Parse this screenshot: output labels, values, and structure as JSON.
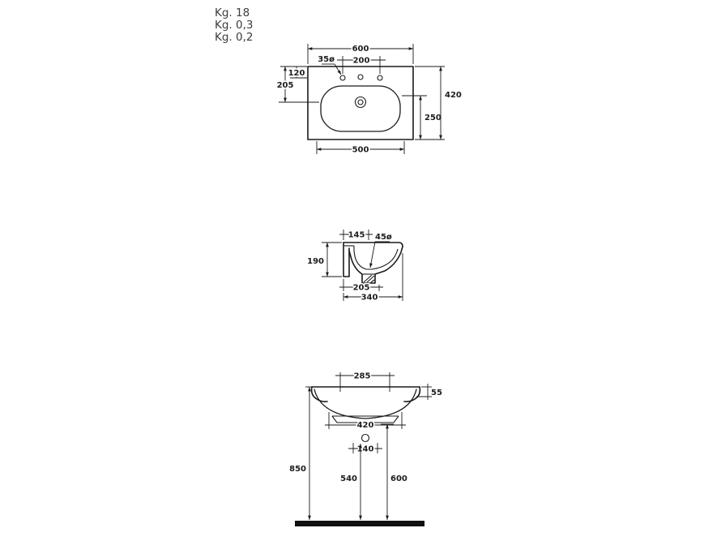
{
  "colors": {
    "background": "#ffffff",
    "line": "#1a1a1a",
    "dim_text": "#1d1d1d",
    "weight_text": "#3c3c3c",
    "floor": "#111111"
  },
  "weights": {
    "line1": "Kg. 18",
    "line2": "Kg. 0,3",
    "line3": "Kg. 0,2"
  },
  "top_view": {
    "dim_600": "600",
    "dim_35": "35ø",
    "dim_200": "200",
    "dim_120": "120",
    "dim_205": "205",
    "dim_250": "250",
    "dim_420": "420",
    "dim_500": "500"
  },
  "side_view": {
    "dim_145": "145",
    "dim_45": "45ø",
    "dim_190": "190",
    "dim_205": "205",
    "dim_340": "340"
  },
  "front_view": {
    "dim_285": "285",
    "dim_55": "55",
    "dim_420": "420",
    "dim_140": "140",
    "dim_850": "850",
    "dim_540": "540",
    "dim_600": "600"
  }
}
